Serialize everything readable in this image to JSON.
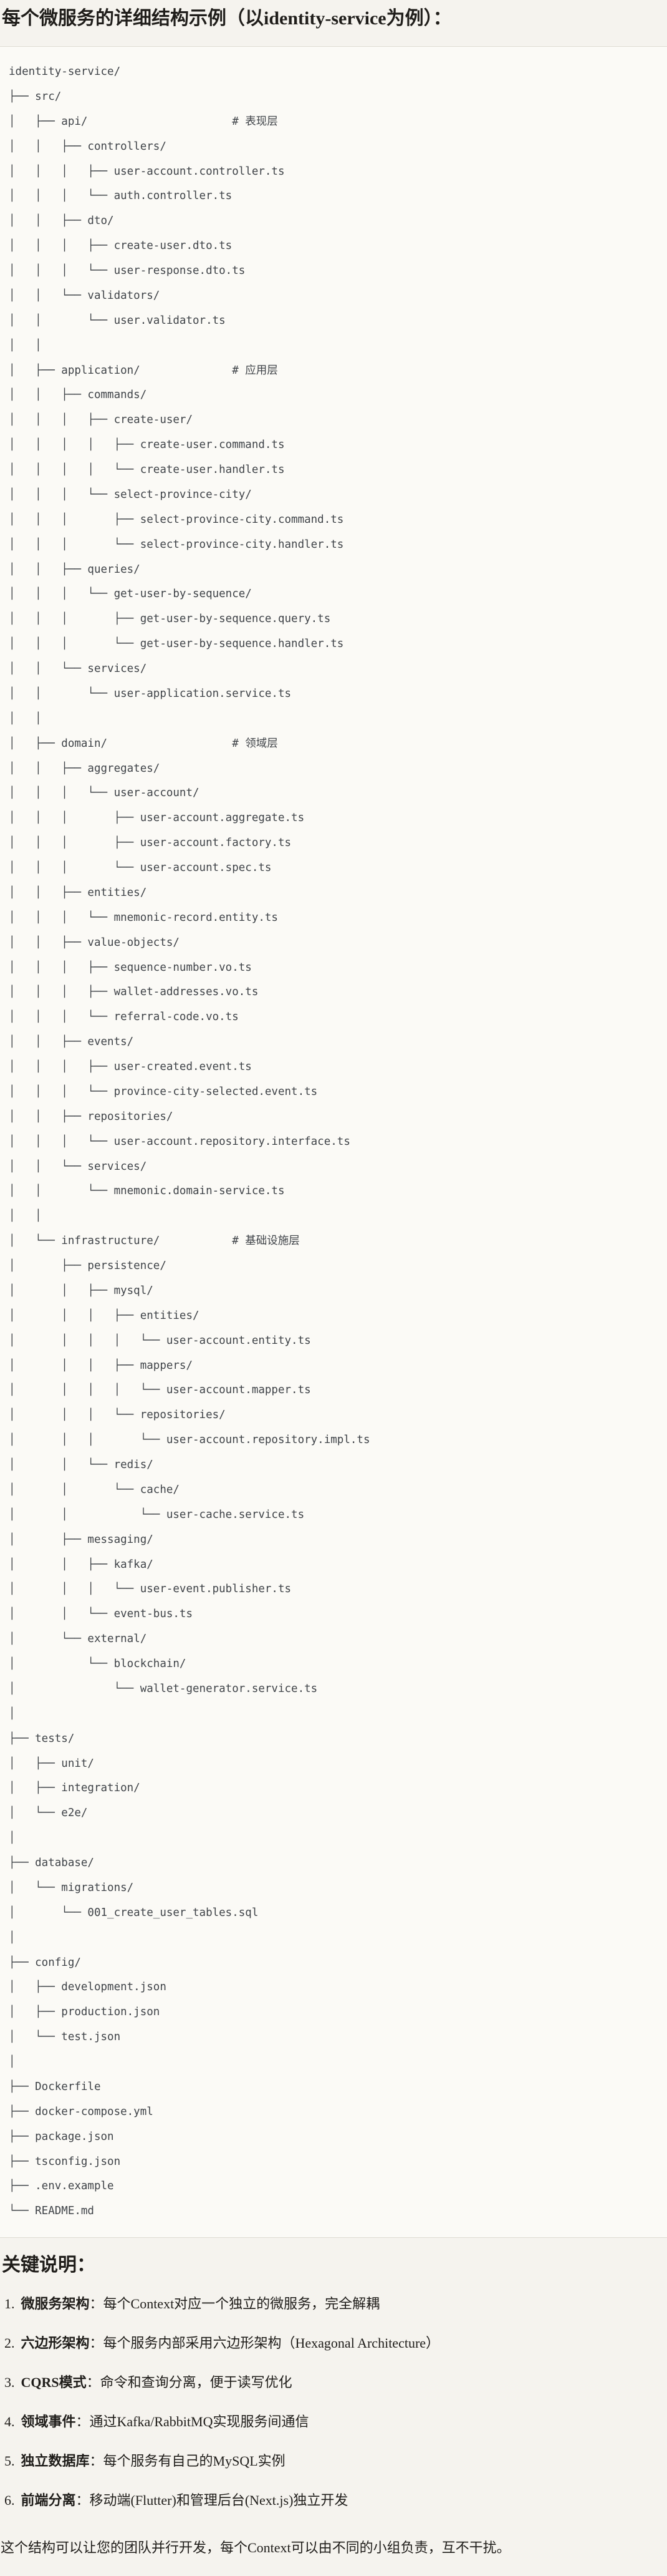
{
  "title": "每个微服务的详细结构示例（以identity-service为例）：",
  "code_block": {
    "lines": [
      "identity-service/",
      "├── src/",
      "│   ├── api/                      # 表现层",
      "│   │   ├── controllers/",
      "│   │   │   ├── user-account.controller.ts",
      "│   │   │   └── auth.controller.ts",
      "│   │   ├── dto/",
      "│   │   │   ├── create-user.dto.ts",
      "│   │   │   └── user-response.dto.ts",
      "│   │   └── validators/",
      "│   │       └── user.validator.ts",
      "│   │",
      "│   ├── application/              # 应用层",
      "│   │   ├── commands/",
      "│   │   │   ├── create-user/",
      "│   │   │   │   ├── create-user.command.ts",
      "│   │   │   │   └── create-user.handler.ts",
      "│   │   │   └── select-province-city/",
      "│   │   │       ├── select-province-city.command.ts",
      "│   │   │       └── select-province-city.handler.ts",
      "│   │   ├── queries/",
      "│   │   │   └── get-user-by-sequence/",
      "│   │   │       ├── get-user-by-sequence.query.ts",
      "│   │   │       └── get-user-by-sequence.handler.ts",
      "│   │   └── services/",
      "│   │       └── user-application.service.ts",
      "│   │",
      "│   ├── domain/                   # 领域层",
      "│   │   ├── aggregates/",
      "│   │   │   └── user-account/",
      "│   │   │       ├── user-account.aggregate.ts",
      "│   │   │       ├── user-account.factory.ts",
      "│   │   │       └── user-account.spec.ts",
      "│   │   ├── entities/",
      "│   │   │   └── mnemonic-record.entity.ts",
      "│   │   ├── value-objects/",
      "│   │   │   ├── sequence-number.vo.ts",
      "│   │   │   ├── wallet-addresses.vo.ts",
      "│   │   │   └── referral-code.vo.ts",
      "│   │   ├── events/",
      "│   │   │   ├── user-created.event.ts",
      "│   │   │   └── province-city-selected.event.ts",
      "│   │   ├── repositories/",
      "│   │   │   └── user-account.repository.interface.ts",
      "│   │   └── services/",
      "│   │       └── mnemonic.domain-service.ts",
      "│   │",
      "│   └── infrastructure/           # 基础设施层",
      "│       ├── persistence/",
      "│       │   ├── mysql/",
      "│       │   │   ├── entities/",
      "│       │   │   │   └── user-account.entity.ts",
      "│       │   │   ├── mappers/",
      "│       │   │   │   └── user-account.mapper.ts",
      "│       │   │   └── repositories/",
      "│       │   │       └── user-account.repository.impl.ts",
      "│       │   └── redis/",
      "│       │       └── cache/",
      "│       │           └── user-cache.service.ts",
      "│       ├── messaging/",
      "│       │   ├── kafka/",
      "│       │   │   └── user-event.publisher.ts",
      "│       │   └── event-bus.ts",
      "│       └── external/",
      "│           └── blockchain/",
      "│               └── wallet-generator.service.ts",
      "│",
      "├── tests/",
      "│   ├── unit/",
      "│   ├── integration/",
      "│   └── e2e/",
      "│",
      "├── database/",
      "│   └── migrations/",
      "│       └── 001_create_user_tables.sql",
      "│",
      "├── config/",
      "│   ├── development.json",
      "│   ├── production.json",
      "│   └── test.json",
      "│",
      "├── Dockerfile",
      "├── docker-compose.yml",
      "├── package.json",
      "├── tsconfig.json",
      "├── .env.example",
      "└── README.md"
    ]
  },
  "notes": {
    "heading": "关键说明：",
    "items": [
      {
        "num": "1.",
        "label": "微服务架构",
        "text": "：每个Context对应一个独立的微服务，完全解耦"
      },
      {
        "num": "2.",
        "label": "六边形架构",
        "text": "：每个服务内部采用六边形架构（Hexagonal Architecture）"
      },
      {
        "num": "3.",
        "label": "CQRS模式",
        "text": "：命令和查询分离，便于读写优化"
      },
      {
        "num": "4.",
        "label": "领域事件",
        "text": "：通过Kafka/RabbitMQ实现服务间通信"
      },
      {
        "num": "5.",
        "label": "独立数据库",
        "text": "：每个服务有自己的MySQL实例"
      },
      {
        "num": "6.",
        "label": "前端分离",
        "text": "：移动端(Flutter)和管理后台(Next.js)独立开发"
      }
    ]
  },
  "closing": "这个结构可以让您的团队并行开发，每个Context可以由不同的小组负责，互不干扰。",
  "colors": {
    "page_bg": "#f5f3ee",
    "code_bg": "#fbfaf6",
    "code_border": "#dfdcd4",
    "tree_text": "#3f4348",
    "body_text": "#1f1d1a"
  }
}
